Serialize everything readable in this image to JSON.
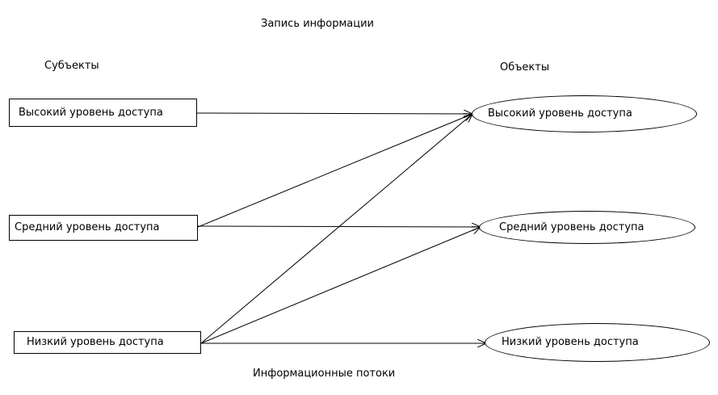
{
  "title": "Запись информации",
  "subjects_header": "Субъекты",
  "objects_header": "Объекты",
  "flows_caption": "Информационные потоки",
  "subjects": [
    {
      "label": "Высокий уровень доступа"
    },
    {
      "label": "Средний уровень доступа"
    },
    {
      "label": "Низкий уровень доступа"
    }
  ],
  "objects": [
    {
      "label": "Высокий уровень доступа"
    },
    {
      "label": "Средний уровень доступа"
    },
    {
      "label": "Низкий уровень доступа"
    }
  ],
  "flows": [
    {
      "from": "subjects.0",
      "to": "objects.0"
    },
    {
      "from": "subjects.1",
      "to": "objects.0"
    },
    {
      "from": "subjects.1",
      "to": "objects.1"
    },
    {
      "from": "subjects.2",
      "to": "objects.0"
    },
    {
      "from": "subjects.2",
      "to": "objects.1"
    },
    {
      "from": "subjects.2",
      "to": "objects.2"
    }
  ],
  "colors": {
    "line": "#000000",
    "background": "#ffffff"
  }
}
